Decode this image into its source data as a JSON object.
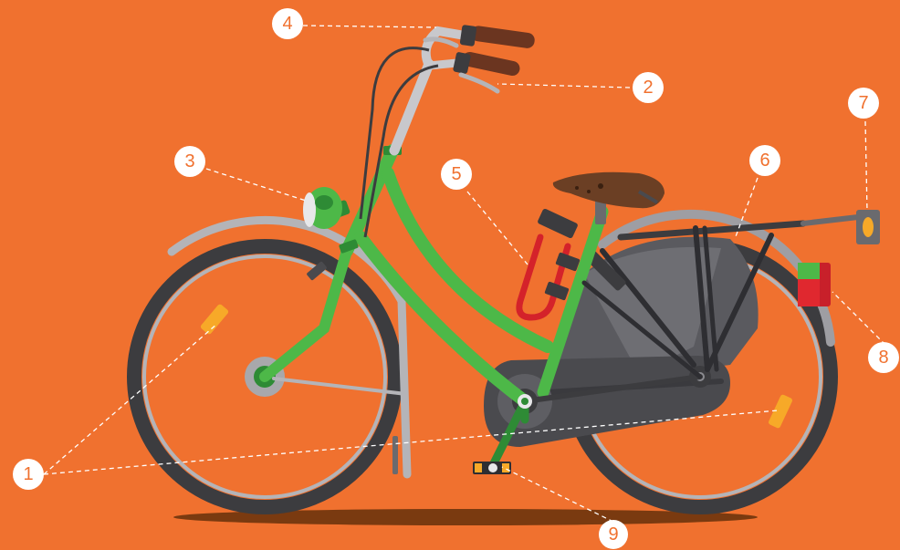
{
  "colors": {
    "background": "#F0712F",
    "frame": "#4DB848",
    "frame_dark": "#2E8B35",
    "tire": "#3C3C3F",
    "rim": "#B4B4B8",
    "chainguard": "#4A4A4E",
    "saddle": "#6B3F24",
    "grip": "#6B3520",
    "lock": "#D4222A",
    "reflector_amber": "#F7A928",
    "tail_light_red": "#C8202A",
    "ground_shadow": "#7A3A10"
  },
  "callouts": [
    {
      "id": "1",
      "label": "1"
    },
    {
      "id": "2",
      "label": "2"
    },
    {
      "id": "3",
      "label": "3"
    },
    {
      "id": "4",
      "label": "4"
    },
    {
      "id": "5",
      "label": "5"
    },
    {
      "id": "6",
      "label": "6"
    },
    {
      "id": "7",
      "label": "7"
    },
    {
      "id": "8",
      "label": "8"
    },
    {
      "id": "9",
      "label": "9"
    }
  ]
}
